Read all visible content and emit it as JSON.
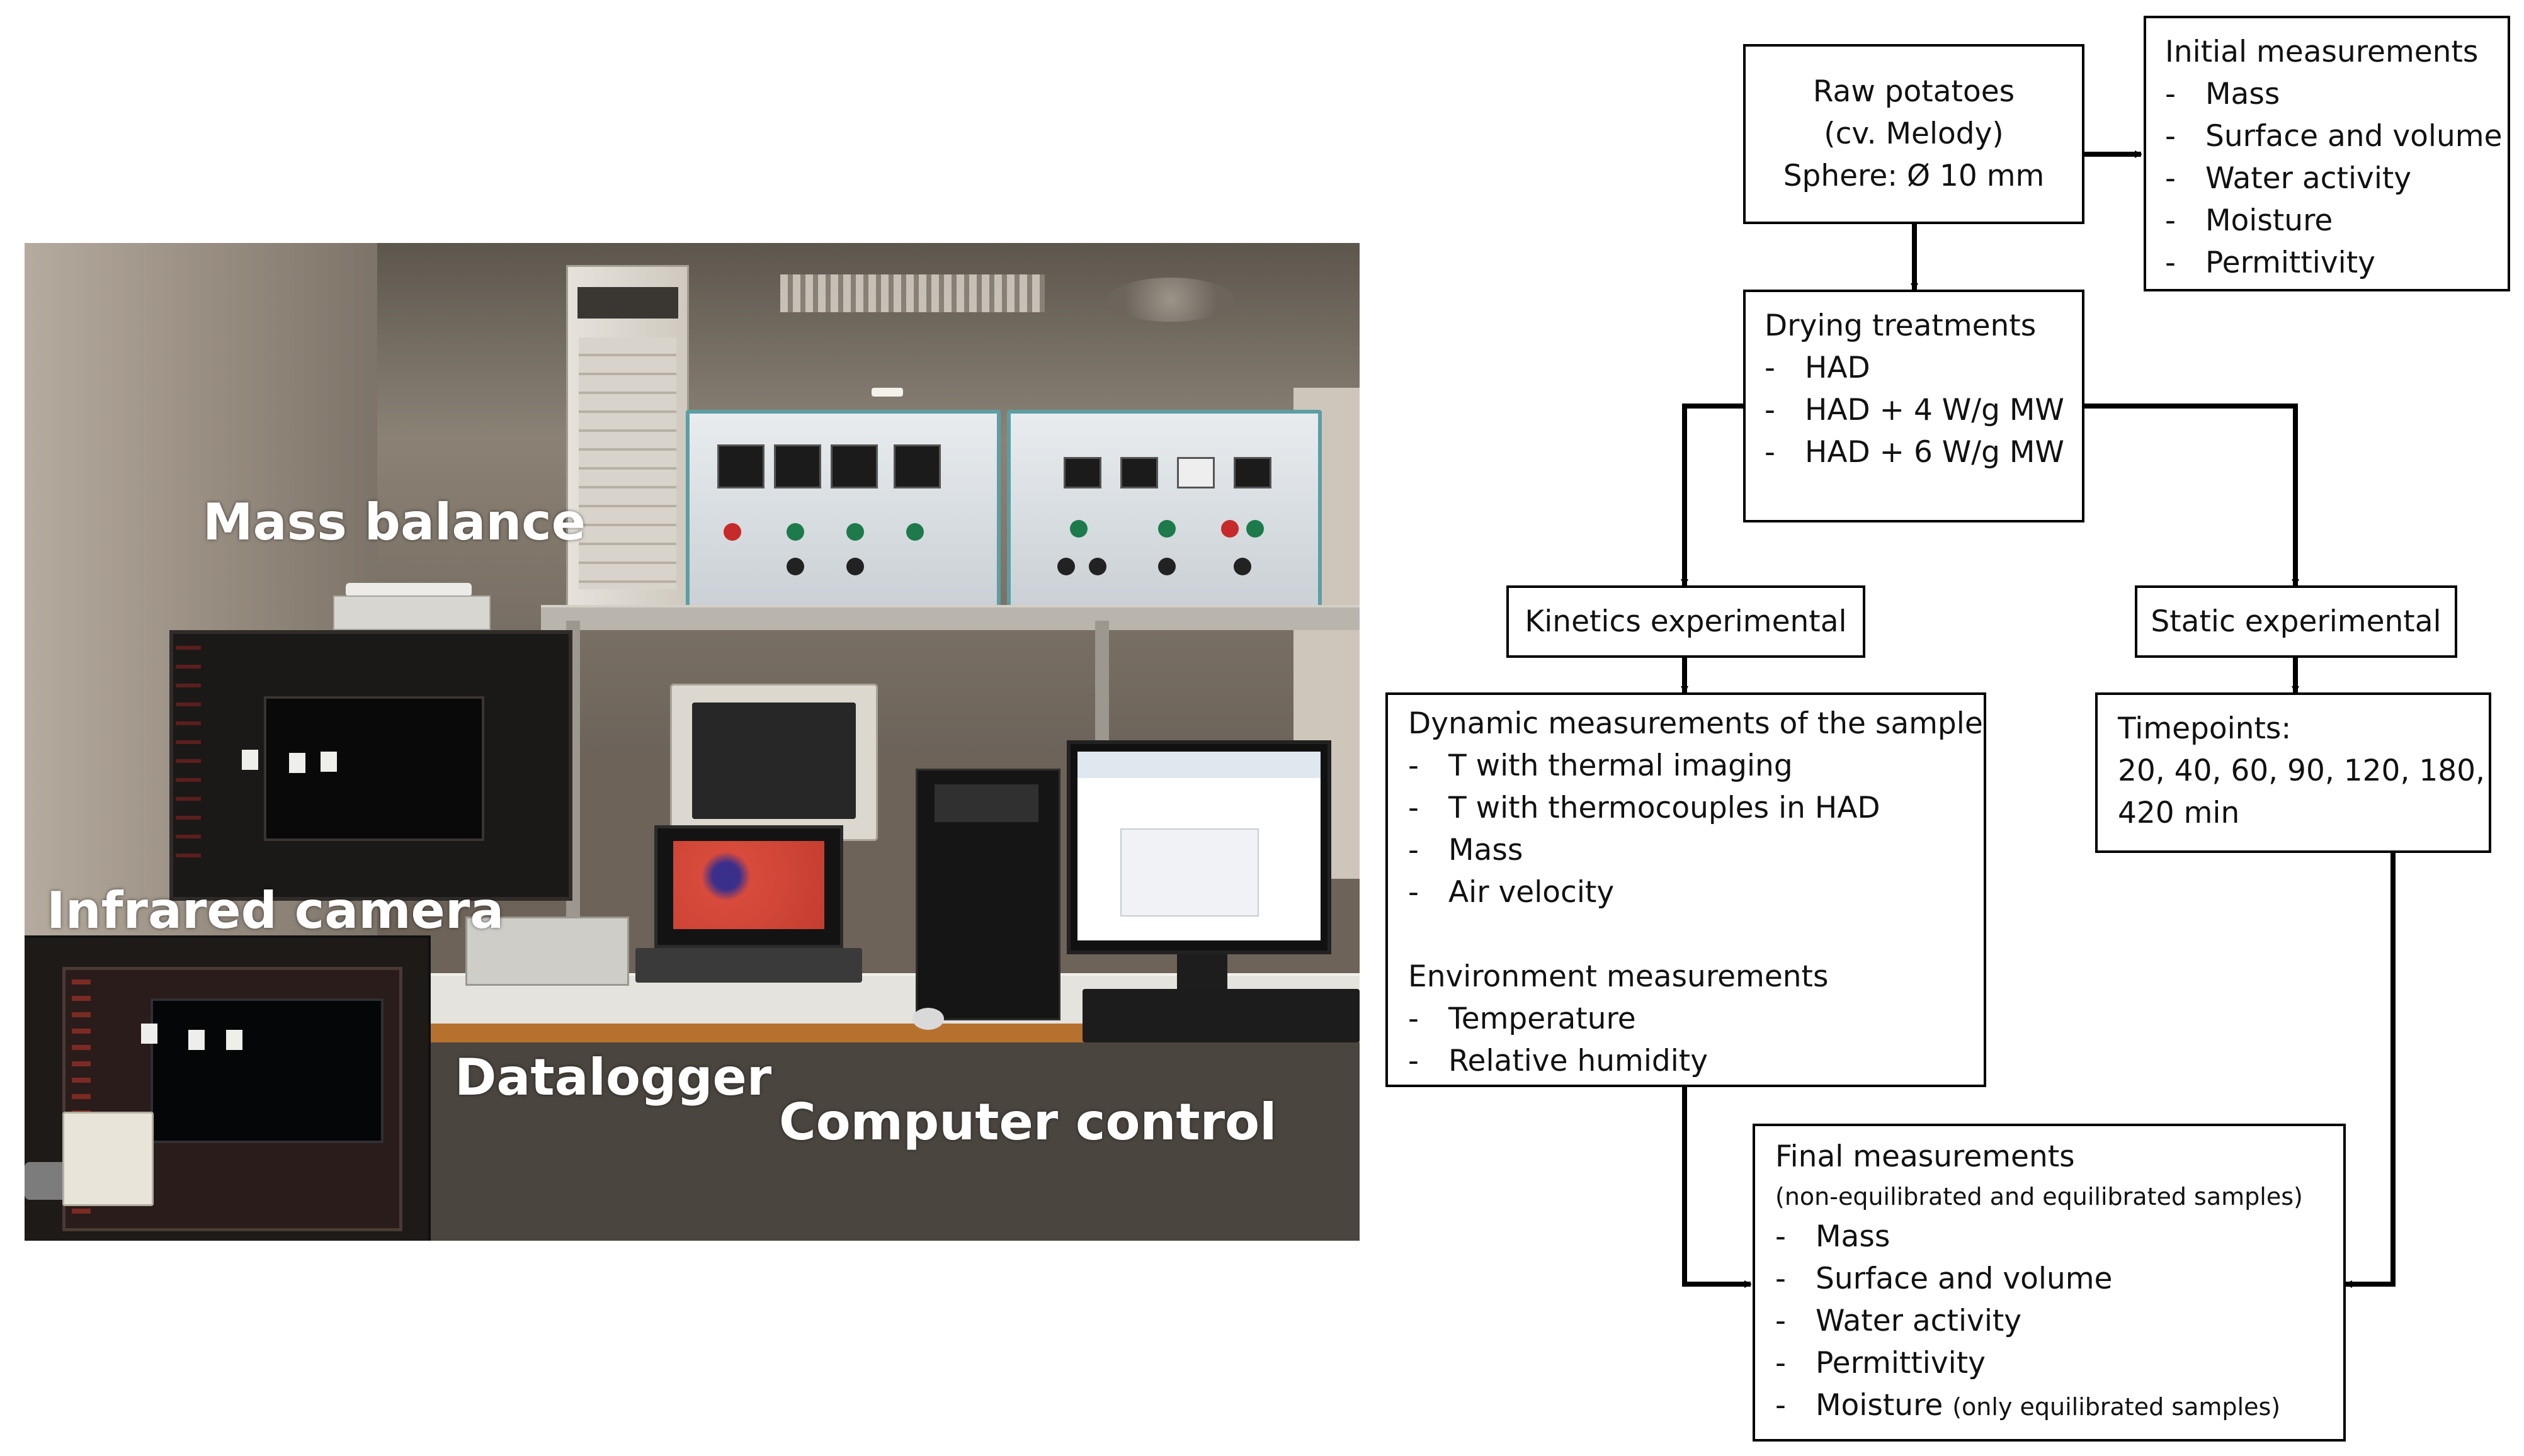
{
  "colors": {
    "box_border": "#000000",
    "connector": "#000000",
    "panel_accent": "#5d9ea3",
    "label_text": "#ffffff"
  },
  "photo": {
    "labels": {
      "mass_balance": "Mass balance",
      "infrared_camera": "Infrared camera",
      "datalogger": "Datalogger",
      "computer_control": "Computer control"
    }
  },
  "flow": {
    "raw": {
      "lines": [
        "Raw potatoes",
        "(cv. Melody)",
        "Sphere: Ø 10 mm"
      ]
    },
    "initial": {
      "title": "Initial measurements",
      "items": [
        "Mass",
        "Surface and volume",
        "Water activity",
        "Moisture",
        "Permittivity"
      ]
    },
    "drying": {
      "title": "Drying treatments",
      "items": [
        "HAD",
        "HAD + 4 W/g MW",
        "HAD + 6 W/g MW"
      ]
    },
    "kinetics": {
      "title": "Kinetics experimental"
    },
    "static": {
      "title": "Static experimental"
    },
    "dynamic": {
      "title": "Dynamic measurements of the sample",
      "items": [
        "T with thermal imaging",
        "T with thermocouples in HAD",
        "Mass",
        "Air velocity"
      ],
      "env_title": "Environment measurements",
      "env_items": [
        "Temperature",
        "Relative humidity"
      ]
    },
    "timepoints": {
      "title": "Timepoints:",
      "lines": [
        "20, 40, 60, 90, 120, 180,",
        "420 min"
      ]
    },
    "final": {
      "title": "Final measurements",
      "subtitle": "(non-equilibrated and equilibrated samples)",
      "items": [
        "Mass",
        "Surface and volume",
        "Water activity",
        "Permittivity",
        "Moisture"
      ],
      "moisture_note": "(only equilibrated samples)"
    },
    "dash": "-"
  }
}
